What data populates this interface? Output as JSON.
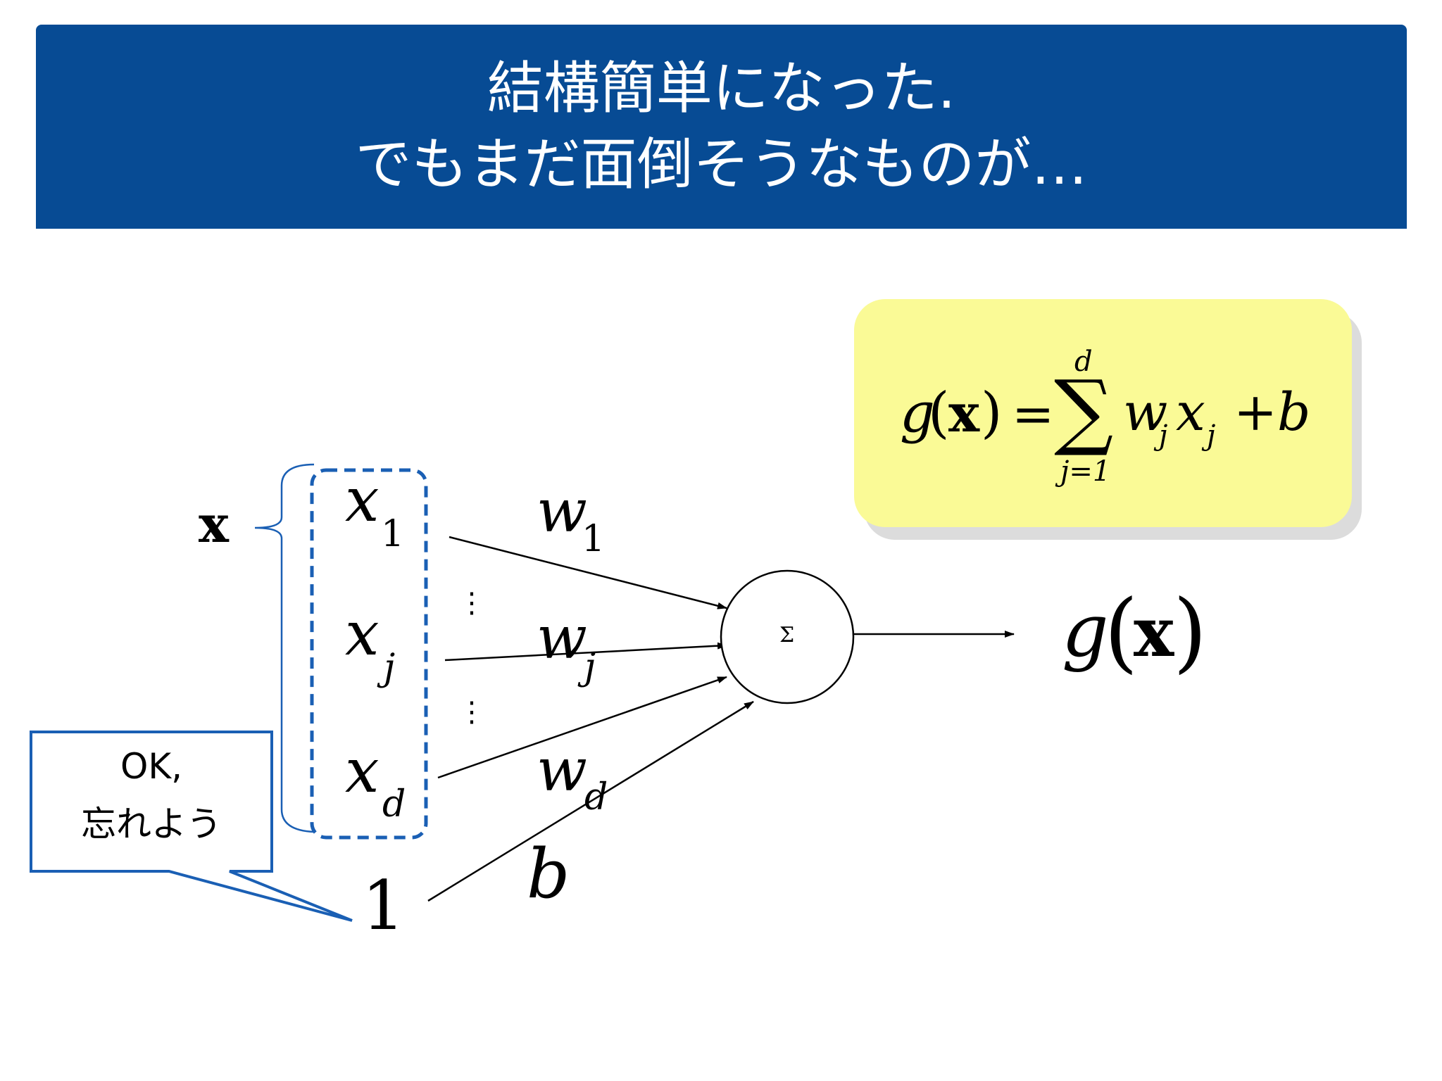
{
  "slide": {
    "title_line1": "結構簡単になった.",
    "title_line2": "でもまだ面倒そうなものが…",
    "title_bg_color": "#074b94",
    "title_text_color": "#ffffff"
  },
  "formula": {
    "g": "g",
    "x": "x",
    "equals": "=",
    "sum_symbol": "∑",
    "upper_limit": "d",
    "lower_limit": "j=1",
    "w": "w",
    "w_sub": "j",
    "x_var": "x",
    "x_sub": "j",
    "plus_b": "+b",
    "box_color": "#fafa96"
  },
  "inputs": {
    "vector_label": "x",
    "x_var": "x",
    "x1_sub": "1",
    "xj_sub": "j",
    "xd_sub": "d",
    "vdots": "⋮",
    "bias_input": "1",
    "dashed_box_color": "#1a5fb4"
  },
  "weights": {
    "w_var": "w",
    "w1_sub": "1",
    "wj_sub": "j",
    "wd_sub": "d",
    "bias": "b"
  },
  "neuron": {
    "symbol": "Σ"
  },
  "output": {
    "g": "g",
    "open_paren": "(",
    "x": "x",
    "close_paren": ")"
  },
  "callout": {
    "line1": "OK,",
    "line2": "忘れよう",
    "border_color": "#1a5fb4"
  }
}
